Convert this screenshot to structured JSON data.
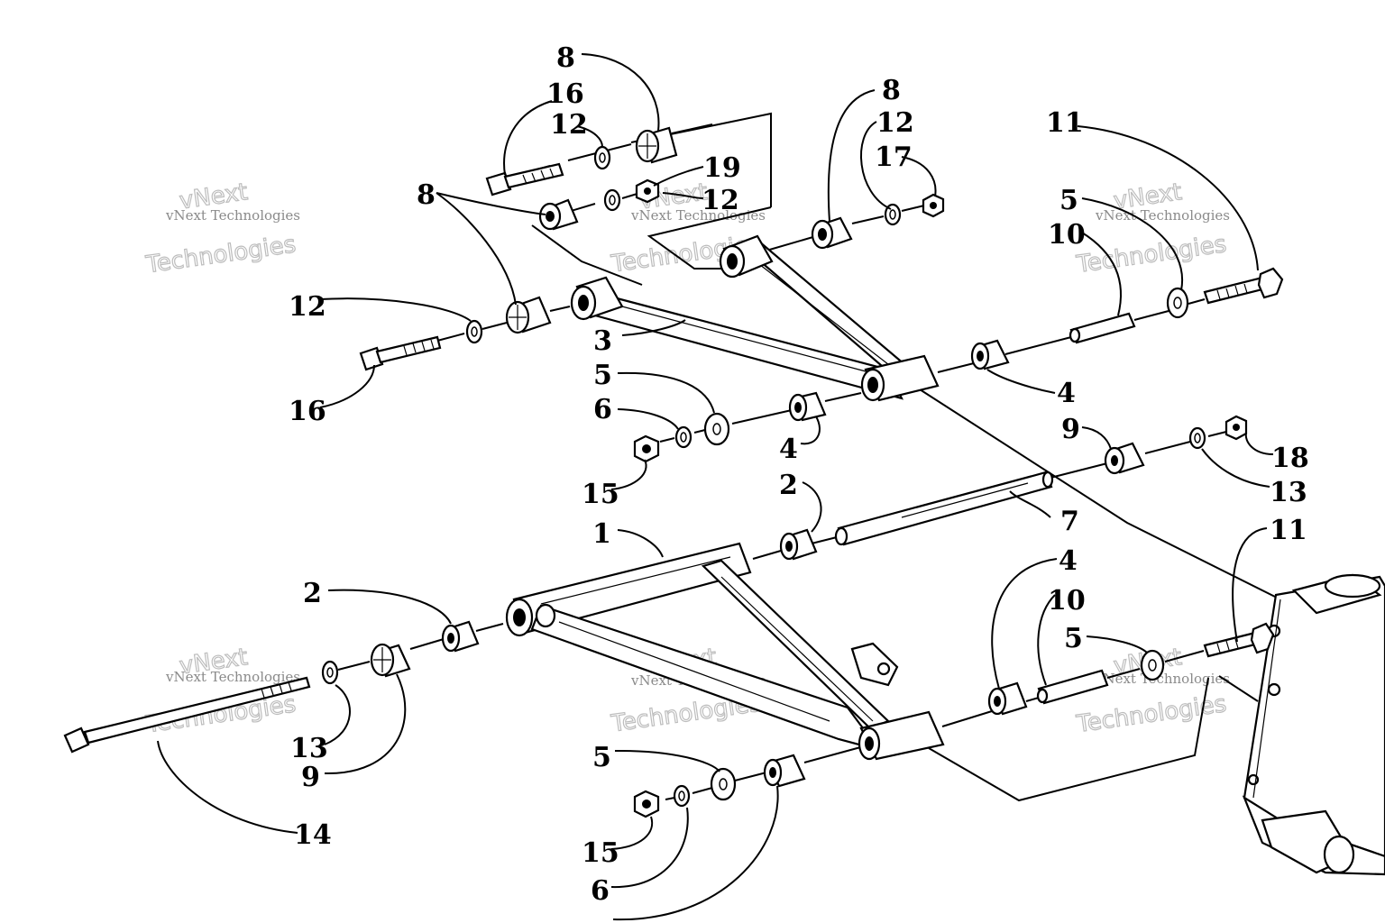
{
  "diagram": {
    "callouts": [
      {
        "id": "c8a",
        "text": "8"
      },
      {
        "id": "c16a",
        "text": "16"
      },
      {
        "id": "c12a",
        "text": "12"
      },
      {
        "id": "c19",
        "text": "19"
      },
      {
        "id": "c12b",
        "text": "12"
      },
      {
        "id": "c8b",
        "text": "8"
      },
      {
        "id": "c8c",
        "text": "8"
      },
      {
        "id": "c12c",
        "text": "12"
      },
      {
        "id": "c17",
        "text": "17"
      },
      {
        "id": "c11a",
        "text": "11"
      },
      {
        "id": "c5a",
        "text": "5"
      },
      {
        "id": "c10a",
        "text": "10"
      },
      {
        "id": "c12d",
        "text": "12"
      },
      {
        "id": "c3",
        "text": "3"
      },
      {
        "id": "c16b",
        "text": "16"
      },
      {
        "id": "c5b",
        "text": "5"
      },
      {
        "id": "c6a",
        "text": "6"
      },
      {
        "id": "c4a",
        "text": "4"
      },
      {
        "id": "c4b",
        "text": "4"
      },
      {
        "id": "c15a",
        "text": "15"
      },
      {
        "id": "c9a",
        "text": "9"
      },
      {
        "id": "c18",
        "text": "18"
      },
      {
        "id": "c13a",
        "text": "13"
      },
      {
        "id": "c2a",
        "text": "2"
      },
      {
        "id": "c7",
        "text": "7"
      },
      {
        "id": "c1",
        "text": "1"
      },
      {
        "id": "c11b",
        "text": "11"
      },
      {
        "id": "c4c",
        "text": "4"
      },
      {
        "id": "c2b",
        "text": "2"
      },
      {
        "id": "c10b",
        "text": "10"
      },
      {
        "id": "c5c",
        "text": "5"
      },
      {
        "id": "c13b",
        "text": "13"
      },
      {
        "id": "c9b",
        "text": "9"
      },
      {
        "id": "c14",
        "text": "14"
      },
      {
        "id": "c5d",
        "text": "5"
      },
      {
        "id": "c15b",
        "text": "15"
      },
      {
        "id": "c6b",
        "text": "6"
      }
    ]
  },
  "watermarks": [
    {
      "line1": "vNext Technologies",
      "line2": "Technologies"
    },
    {
      "line1": "vNext Technologies",
      "line2": "Technologies"
    },
    {
      "line1": "vNext Technologies",
      "line2": "Technologies"
    },
    {
      "line1": "vNext Technologies",
      "line2": "Technologies"
    },
    {
      "line1": "vNext Technologies",
      "line2": "Technologies"
    },
    {
      "line1": "vNext Technologies",
      "line2": "Technologies"
    }
  ]
}
